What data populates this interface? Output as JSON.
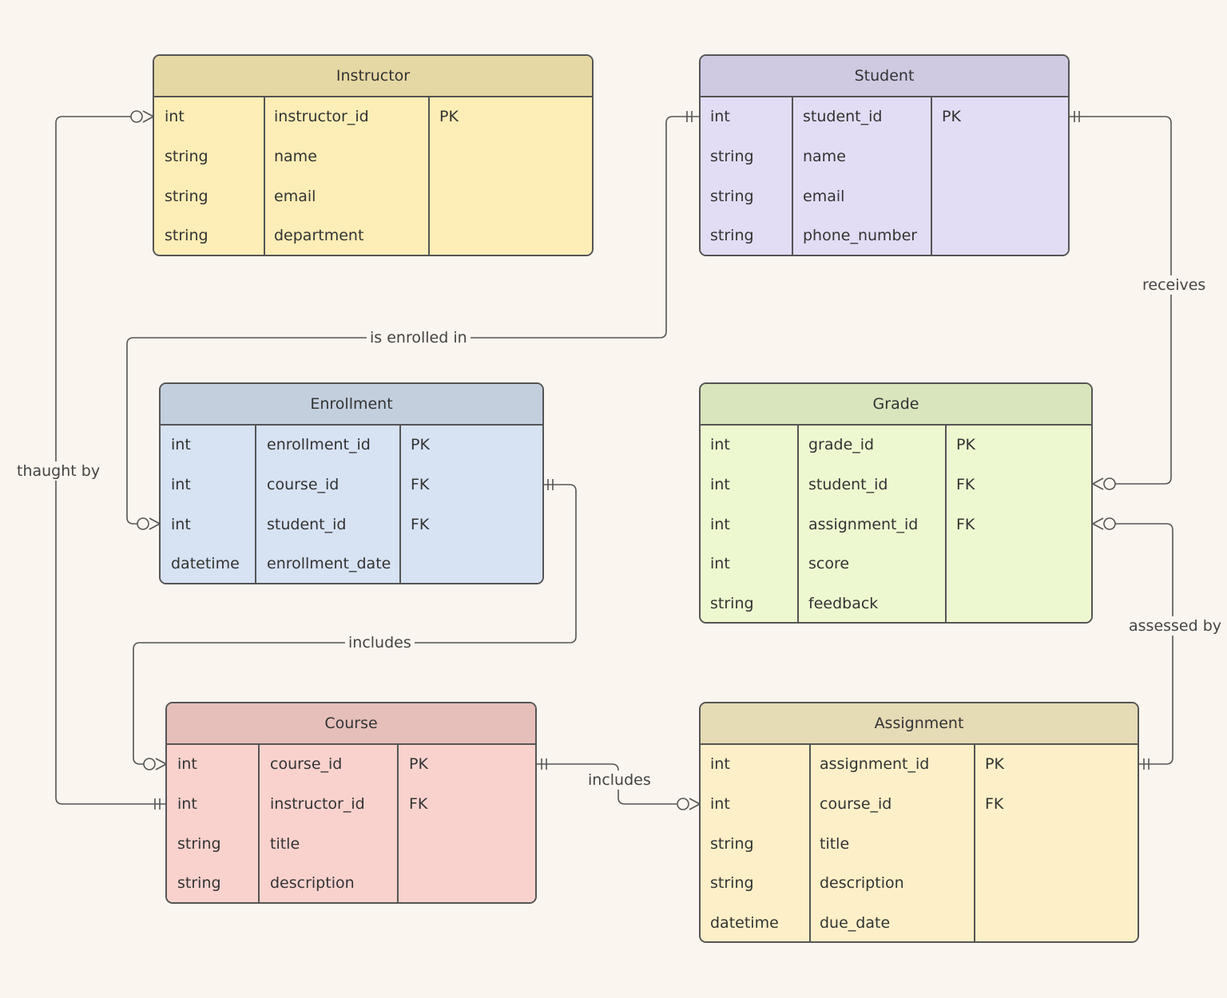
{
  "entities": {
    "instructor": {
      "title": "Instructor",
      "header_color": "#e6d8a4",
      "body_color": "#fdedb6",
      "rows": [
        {
          "type": "int",
          "name": "instructor_id",
          "key": "PK"
        },
        {
          "type": "string",
          "name": "name",
          "key": ""
        },
        {
          "type": "string",
          "name": "email",
          "key": ""
        },
        {
          "type": "string",
          "name": "department",
          "key": ""
        }
      ]
    },
    "student": {
      "title": "Student",
      "header_color": "#cfcae2",
      "body_color": "#e2ddf4",
      "rows": [
        {
          "type": "int",
          "name": "student_id",
          "key": "PK"
        },
        {
          "type": "string",
          "name": "name",
          "key": ""
        },
        {
          "type": "string",
          "name": "email",
          "key": ""
        },
        {
          "type": "string",
          "name": "phone_number",
          "key": ""
        }
      ]
    },
    "enrollment": {
      "title": "Enrollment",
      "header_color": "#c4cfde",
      "body_color": "#d7e2f3",
      "rows": [
        {
          "type": "int",
          "name": "enrollment_id",
          "key": "PK"
        },
        {
          "type": "int",
          "name": "course_id",
          "key": "FK"
        },
        {
          "type": "int",
          "name": "student_id",
          "key": "FK"
        },
        {
          "type": "datetime",
          "name": "enrollment_date",
          "key": ""
        }
      ]
    },
    "grade": {
      "title": "Grade",
      "header_color": "#d9e5bc",
      "body_color": "#eef8d0",
      "rows": [
        {
          "type": "int",
          "name": "grade_id",
          "key": "PK"
        },
        {
          "type": "int",
          "name": "student_id",
          "key": "FK"
        },
        {
          "type": "int",
          "name": "assignment_id",
          "key": "FK"
        },
        {
          "type": "int",
          "name": "score",
          "key": ""
        },
        {
          "type": "string",
          "name": "feedback",
          "key": ""
        }
      ]
    },
    "course": {
      "title": "Course",
      "header_color": "#e6bfbb",
      "body_color": "#f9d2ce",
      "rows": [
        {
          "type": "int",
          "name": "course_id",
          "key": "PK"
        },
        {
          "type": "int",
          "name": "instructor_id",
          "key": "FK"
        },
        {
          "type": "string",
          "name": "title",
          "key": ""
        },
        {
          "type": "string",
          "name": "description",
          "key": ""
        }
      ]
    },
    "assignment": {
      "title": "Assignment",
      "header_color": "#e5dbb5",
      "body_color": "#fdf0c8",
      "rows": [
        {
          "type": "int",
          "name": "assignment_id",
          "key": "PK"
        },
        {
          "type": "int",
          "name": "course_id",
          "key": "FK"
        },
        {
          "type": "string",
          "name": "title",
          "key": ""
        },
        {
          "type": "string",
          "name": "description",
          "key": ""
        },
        {
          "type": "datetime",
          "name": "due_date",
          "key": ""
        }
      ]
    }
  },
  "relationships": [
    {
      "id": "thaught-by",
      "label": "thaught by",
      "from": "instructor",
      "from_cardinality": "zero-or-many",
      "to": "course",
      "to_cardinality": "exactly-one"
    },
    {
      "id": "is-enrolled-in",
      "label": "is enrolled in",
      "from": "student",
      "from_cardinality": "exactly-one",
      "to": "enrollment",
      "to_cardinality": "zero-or-many"
    },
    {
      "id": "receives",
      "label": "receives",
      "from": "student",
      "from_cardinality": "exactly-one",
      "to": "grade",
      "to_cardinality": "zero-or-many"
    },
    {
      "id": "includes-enrollment",
      "label": "includes",
      "from": "enrollment",
      "from_cardinality": "exactly-one",
      "to": "course",
      "to_cardinality": "zero-or-many"
    },
    {
      "id": "includes-assignment",
      "label": "includes",
      "from": "course",
      "from_cardinality": "exactly-one",
      "to": "assignment",
      "to_cardinality": "zero-or-many"
    },
    {
      "id": "assessed-by",
      "label": "assessed by",
      "from": "grade",
      "from_cardinality": "zero-or-many",
      "to": "assignment",
      "to_cardinality": "exactly-one"
    }
  ]
}
